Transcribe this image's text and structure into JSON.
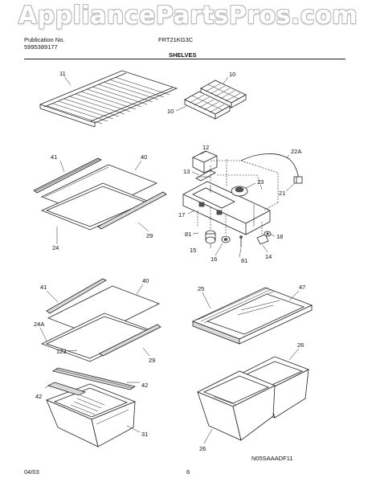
{
  "watermark": "AppliancePartsPros.com",
  "header": {
    "publication_label": "Publication No.",
    "publication_number": "5995389177",
    "model": "FRT21KG3C",
    "section_title": "SHELVES"
  },
  "footer": {
    "date": "04/03",
    "page_number": "6",
    "diagram_code": "N05SAAADF11"
  },
  "callouts": {
    "c11": "11",
    "c10a": "10",
    "c10b": "10",
    "c41a": "41",
    "c40a": "40",
    "c24": "24",
    "c29a": "29",
    "c12": "12",
    "c13": "13",
    "c22a": "22A",
    "c23": "23",
    "c21": "21",
    "c17": "17",
    "c81a": "81",
    "c15": "15",
    "c16": "16",
    "c81b": "81",
    "c14": "14",
    "c18": "18",
    "c41b": "41",
    "c40b": "40",
    "c24a": "24A",
    "c123": "123",
    "c29b": "29",
    "c42a": "42",
    "c42b": "42",
    "c31": "31",
    "c25": "25",
    "c47": "47",
    "c26a": "26",
    "c26b": "26"
  }
}
